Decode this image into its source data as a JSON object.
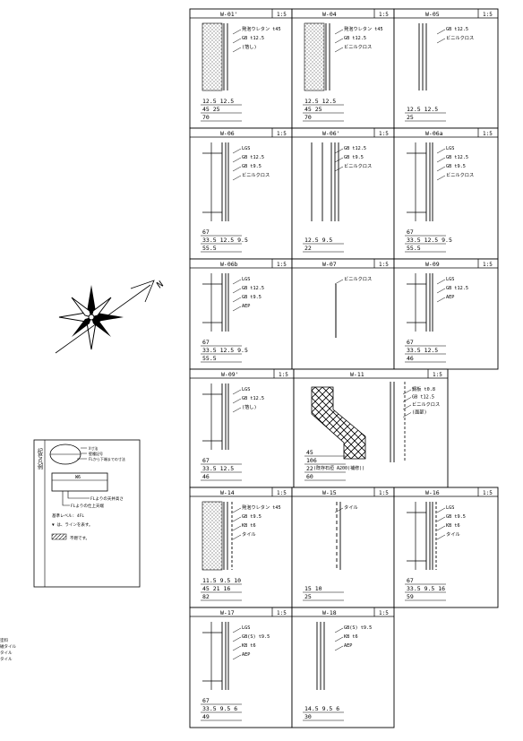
{
  "panels": [
    {
      "id": "W-01'",
      "scale": "1:5",
      "labels": [
        "発泡ウレタン t45",
        "GB t12.5",
        "(箔し)"
      ],
      "dims": [
        "12.5 12.5",
        "45 25",
        "70"
      ]
    },
    {
      "id": "W-04",
      "scale": "1:5",
      "labels": [
        "発泡ウレタン t45",
        "GB t12.5",
        "ビニルクロス"
      ],
      "dims": [
        "12.5 12.5",
        "45 25",
        "70"
      ]
    },
    {
      "id": "W-05",
      "scale": "1:5",
      "labels": [
        "GB t12.5",
        "ビニルクロス"
      ],
      "dims": [
        "12.5 12.5",
        "25"
      ]
    },
    {
      "id": "W-06",
      "scale": "1:5",
      "labels": [
        "LGS",
        "GB t12.5",
        "GB t9.5",
        "ビニルクロス"
      ],
      "dims": [
        "67",
        "33.5 12.5 9.5",
        "55.5"
      ]
    },
    {
      "id": "W-06'",
      "scale": "1:5",
      "labels": [
        "GB t12.5",
        "GB t9.5",
        "ビニルクロス"
      ],
      "dims": [
        "12.5 9.5",
        "22"
      ]
    },
    {
      "id": "W-06a",
      "scale": "1:5",
      "labels": [
        "LGS",
        "GB t12.5",
        "GB t9.5",
        "ビニルクロス"
      ],
      "dims": [
        "67",
        "33.5 12.5 9.5",
        "55.5"
      ]
    },
    {
      "id": "W-06b",
      "scale": "1:5",
      "labels": [
        "LGS",
        "GB t12.5",
        "GB t9.5",
        "AEP"
      ],
      "dims": [
        "67",
        "33.5 12.5 9.5",
        "55.5"
      ]
    },
    {
      "id": "W-07",
      "scale": "1:5",
      "labels": [
        "ビニルクロス"
      ],
      "dims": []
    },
    {
      "id": "W-09",
      "scale": "1:5",
      "labels": [
        "LGS",
        "GB t12.5",
        "AEP"
      ],
      "dims": [
        "67",
        "33.5 12.5",
        "46"
      ]
    },
    {
      "id": "W-09'",
      "scale": "1:5",
      "labels": [
        "LGS",
        "GB t12.5",
        "(箔し)"
      ],
      "dims": [
        "67",
        "33.5 12.5",
        "46"
      ]
    },
    {
      "id": "W-11",
      "scale": "1:5",
      "labels": [
        "鋼板 t0.8",
        "GB t12.5",
        "ビニルクロス",
        "(面部)",
        "(既存石垣 A200(補修))"
      ],
      "dims": [
        "45",
        "106",
        "22",
        "60"
      ]
    },
    {
      "id": "W-14",
      "scale": "1:5",
      "labels": [
        "発泡ウレタン t45",
        "GB t9.5",
        "KB t6",
        "タイル"
      ],
      "dims": [
        "11.5 9.5 10",
        "45 21 16",
        "82"
      ]
    },
    {
      "id": "W-15",
      "scale": "1:5",
      "labels": [
        "タイル"
      ],
      "dims": [
        "15 10",
        "25"
      ]
    },
    {
      "id": "W-16",
      "scale": "1:5",
      "labels": [
        "LGS",
        "GB t9.5",
        "KB t6",
        "タイル"
      ],
      "dims": [
        "67",
        "33.5 9.5 16",
        "59"
      ]
    },
    {
      "id": "W-17",
      "scale": "1:5",
      "labels": [
        "LGS",
        "GB(S) t9.5",
        "KB t6",
        "AEP"
      ],
      "dims": [
        "67",
        "33.5 9.5 6",
        "49"
      ]
    },
    {
      "id": "W-18",
      "scale": "1:5",
      "labels": [
        "GB(S) t9.5",
        "KB t6",
        "AEP"
      ],
      "dims": [
        "14.5 9.5 6",
        "30"
      ]
    }
  ],
  "legend": {
    "side_title": "記号凡例",
    "circle_labels": [
      "X寸法",
      "壁種記号",
      "FLから下端までの寸法"
    ],
    "box_code": "W6",
    "box_labels": [
      "FLよりの天井高さ",
      "FLよりの仕上天端"
    ],
    "notes": [
      "基準レベル: 4FL",
      "▼ は、ラインを表す。",
      "不燃です。"
    ]
  },
  "left_notes": [
    "塗料",
    "磁タイル",
    "タイル",
    "タイル"
  ],
  "compass": {
    "label": "N"
  }
}
